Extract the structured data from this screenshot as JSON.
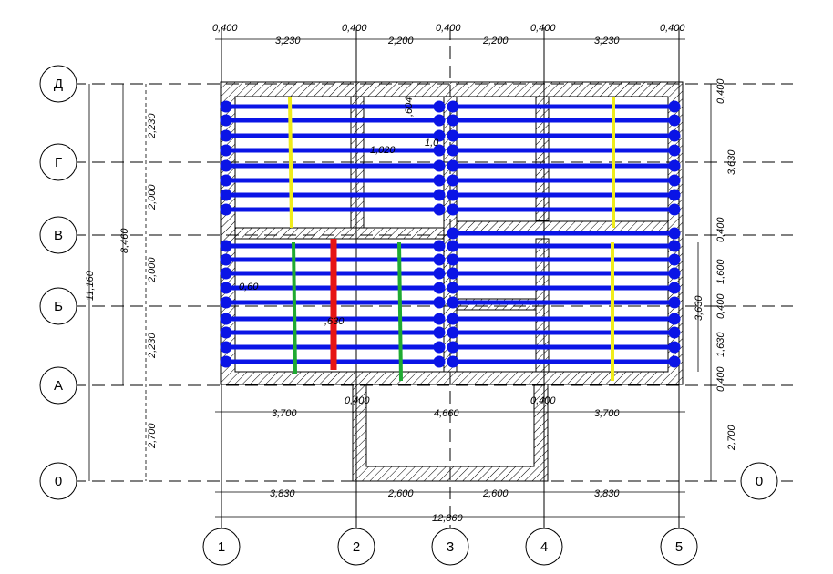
{
  "axes": {
    "rows": [
      {
        "id": "row-d",
        "label": "Д"
      },
      {
        "id": "row-g",
        "label": "Г"
      },
      {
        "id": "row-v",
        "label": "В"
      },
      {
        "id": "row-b",
        "label": "Б"
      },
      {
        "id": "row-a",
        "label": "А"
      },
      {
        "id": "row-0-left",
        "label": "0"
      },
      {
        "id": "row-0-right",
        "label": "0"
      }
    ],
    "columns": [
      {
        "id": "col-1",
        "label": "1"
      },
      {
        "id": "col-2",
        "label": "2"
      },
      {
        "id": "col-3",
        "label": "3"
      },
      {
        "id": "col-4",
        "label": "4"
      },
      {
        "id": "col-5",
        "label": "5"
      }
    ]
  },
  "dimensions": {
    "top": [
      "0,400",
      "3,230",
      "0,400",
      "2,200",
      "0,400",
      "2,200",
      "0,400",
      "3,230",
      "0,400"
    ],
    "left_inner": [
      "2,230",
      "2,000",
      "2,000",
      "2,230",
      "2,700"
    ],
    "left_mid": "8,460",
    "left_outer": "11,160",
    "right_outer": [
      "0,400",
      "3,630",
      "0,400",
      "1,600",
      "0,400",
      "1,630",
      "0,400",
      "2,700"
    ],
    "right_inner": "3,630",
    "below_a": [
      "3,700",
      "0,400",
      "4,660",
      "0,400",
      "3,700"
    ],
    "bottom": [
      "3,830",
      "2,600",
      "2,600",
      "3,830"
    ],
    "total": "12,860",
    "interior": [
      ",604",
      "1,0",
      "1,020",
      "0,60",
      ",630"
    ]
  },
  "colors": {
    "heating_pipes": "#0a14e6",
    "marker_yellow": "#f0ec1a",
    "marker_green": "#1faa32",
    "marker_red": "#e61414",
    "wall_hatch": "#000000"
  }
}
